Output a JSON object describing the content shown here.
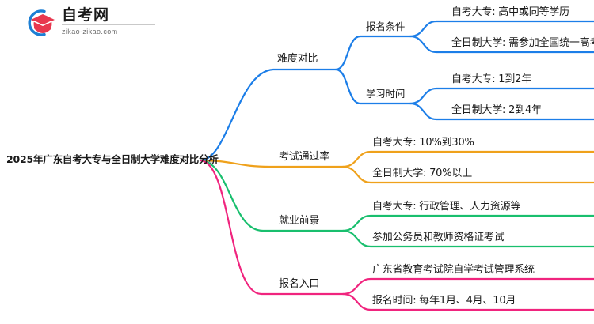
{
  "logo": {
    "name_cn": "自考网",
    "name_en": "zikao-zikao.com",
    "mark_icon": "graduation-cap-icon",
    "arc_color": "#1D7FD4",
    "cap_color": "#E8384F"
  },
  "mindmap": {
    "root": {
      "label": "2025年广东自考大专与全日制大学难度对比分析"
    },
    "branches": [
      {
        "label": "难度对比",
        "color": "#1C7EE8",
        "children": [
          {
            "label": "报名条件",
            "leaves": [
              "自考大专: 高中或同等学历",
              "全日制大学: 需参加全国统一高考"
            ]
          },
          {
            "label": "学习时间",
            "leaves": [
              "自考大专: 1到2年",
              "全日制大学: 2到4年"
            ]
          }
        ]
      },
      {
        "label": "考试通过率",
        "color": "#EFA11B",
        "children": [
          {
            "label": "",
            "leaves": [
              "自考大专: 10%到30%",
              "全日制大学: 70%以上"
            ]
          }
        ]
      },
      {
        "label": "就业前景",
        "color": "#19BF6E",
        "children": [
          {
            "label": "",
            "leaves": [
              "自考大专: 行政管理、人力资源等",
              "参加公务员和教师资格证考试"
            ]
          }
        ]
      },
      {
        "label": "报名入口",
        "color": "#F0247E",
        "children": [
          {
            "label": "",
            "leaves": [
              "广东省教育考试院自学考试管理系统",
              "报名时间: 每年1月、4月、10月"
            ]
          }
        ]
      }
    ]
  }
}
